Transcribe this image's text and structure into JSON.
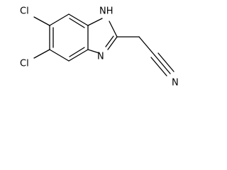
{
  "molecule": {
    "atoms": {
      "cl1": "Cl",
      "cl2": "Cl",
      "nh": "NH",
      "n": "N",
      "n_nitrile": "N"
    }
  }
}
